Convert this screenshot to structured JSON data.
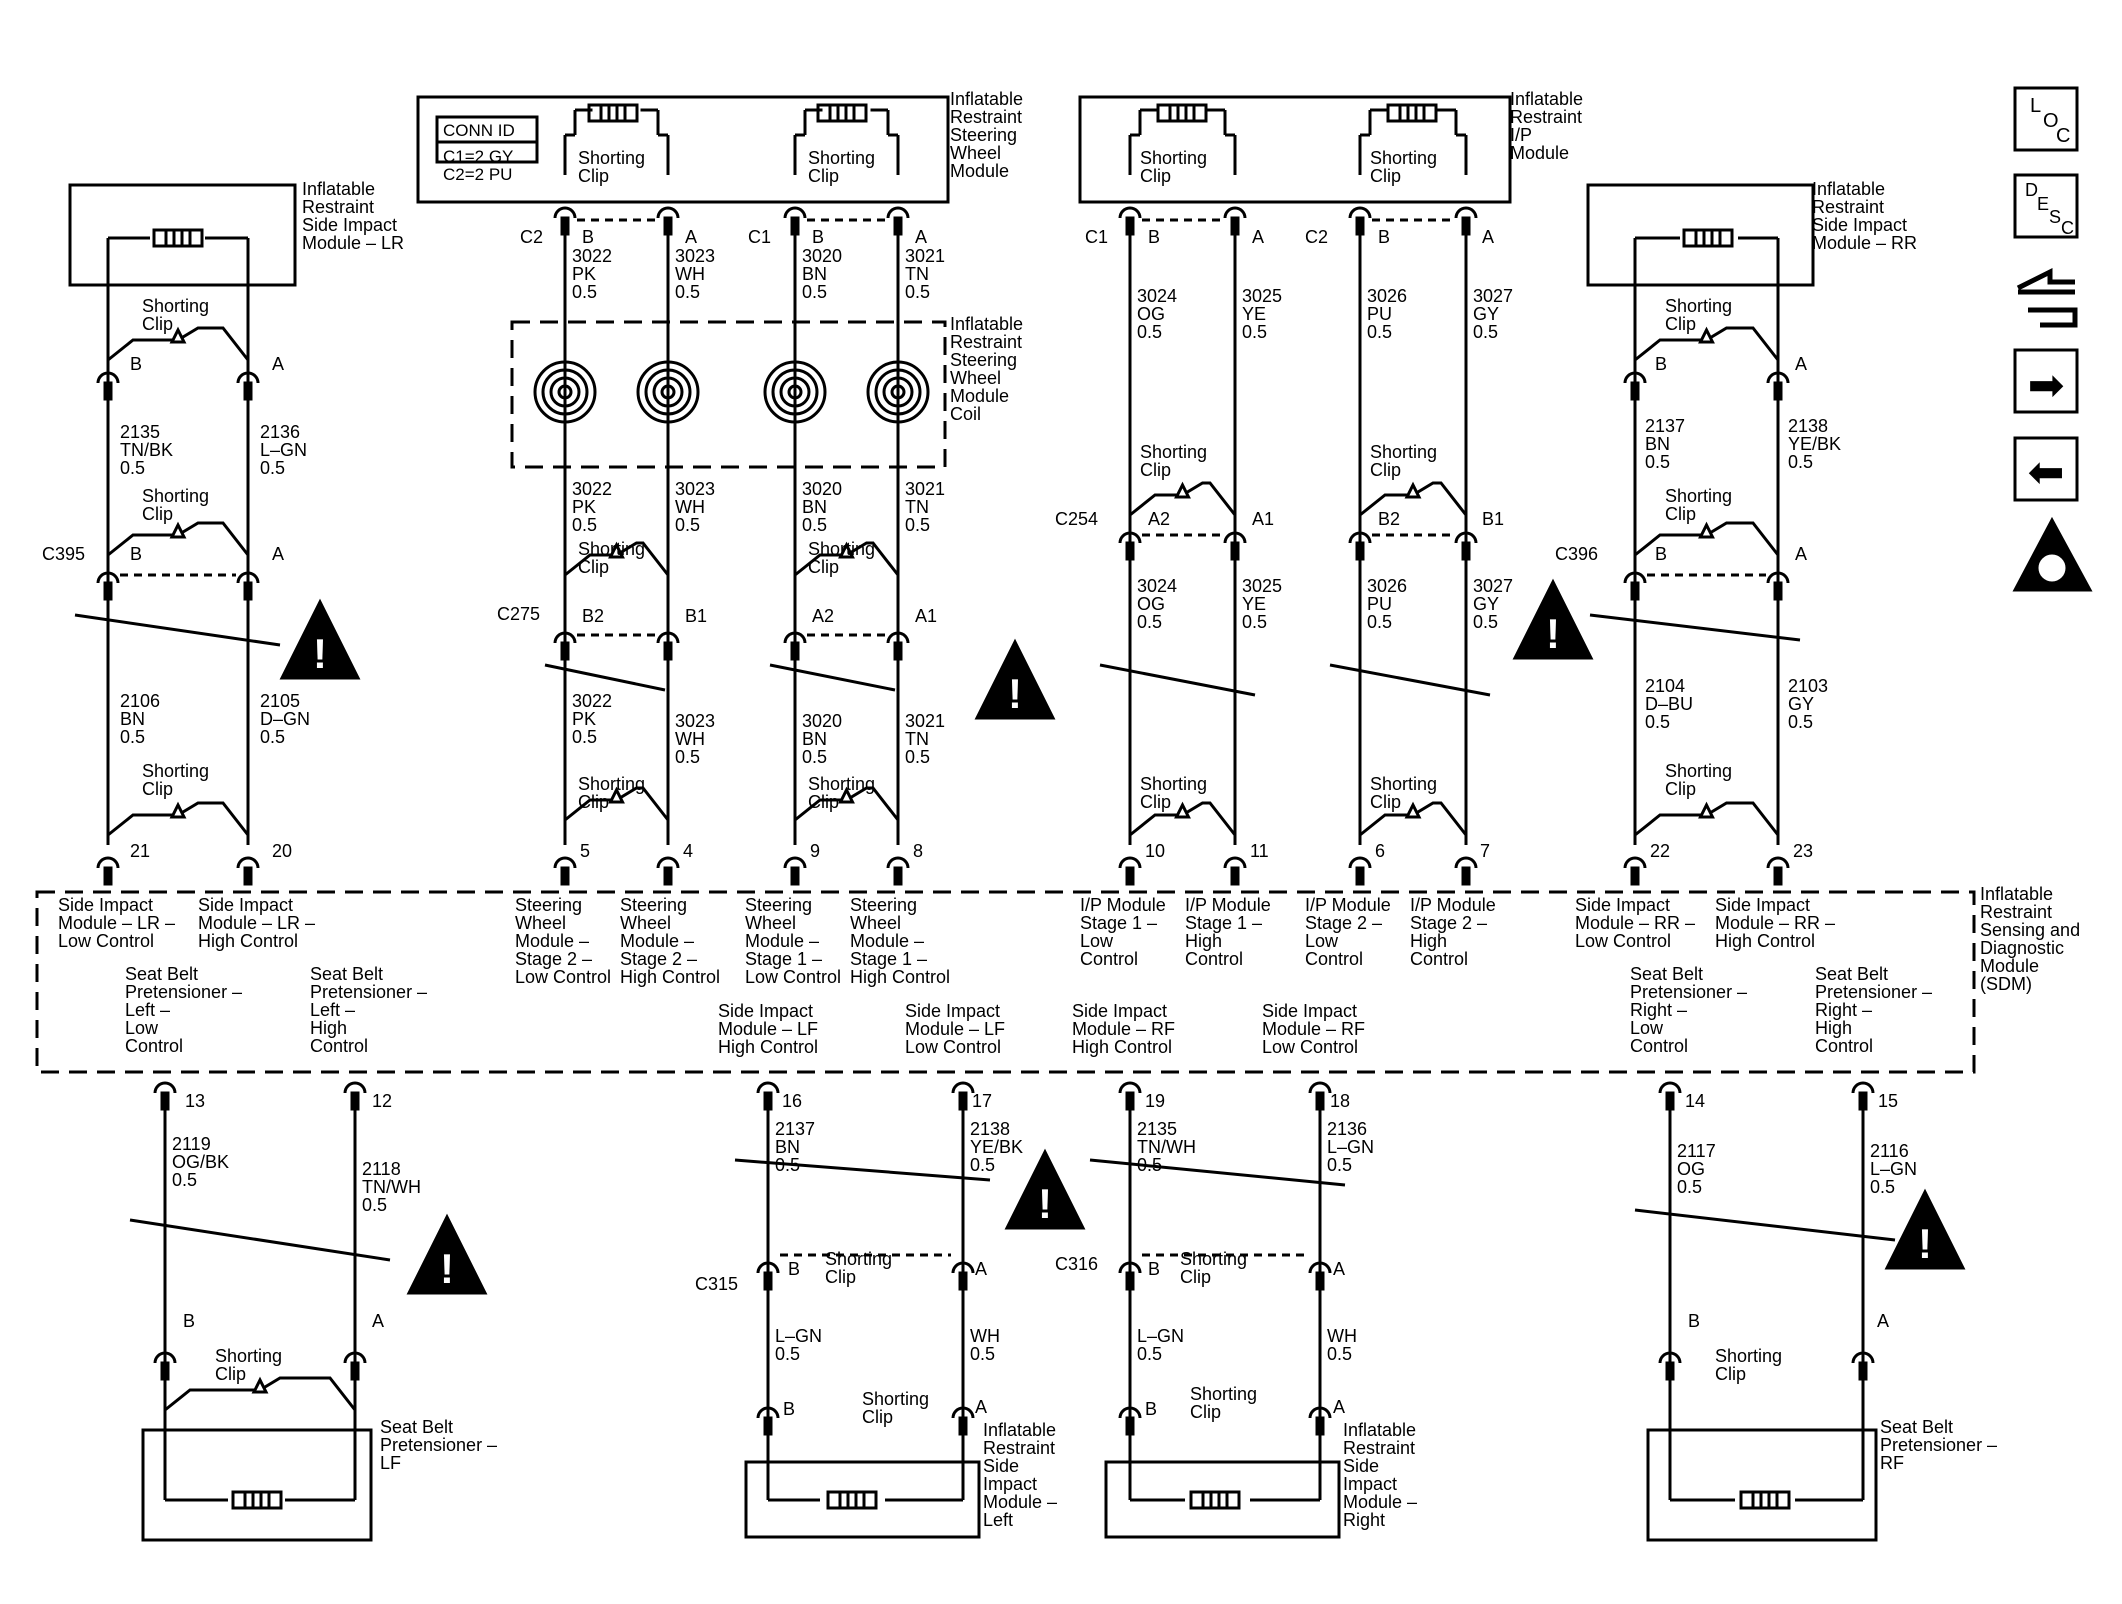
{
  "modules": {
    "lr_sim": [
      "Inflatable",
      "Restraint",
      "Side Impact",
      "Module – LR"
    ],
    "rr_sim": [
      "Inflatable",
      "Restraint",
      "Side Impact",
      "Module – RR"
    ],
    "steering_wheel_module": [
      "Inflatable",
      "Restraint",
      "Steering",
      "Wheel",
      "Module"
    ],
    "ip_module": [
      "Inflatable",
      "Restraint",
      "I/P",
      "Module"
    ],
    "coil": [
      "Inflatable",
      "Restraint",
      "Steering",
      "Wheel",
      "Module",
      "Coil"
    ],
    "sdm": [
      "Inflatable",
      "Restraint",
      "Sensing and",
      "Diagnostic",
      "Module",
      "(SDM)"
    ],
    "pretensioner_lf": [
      "Seat Belt",
      "Pretensioner –",
      "LF"
    ],
    "pretensioner_rf": [
      "Seat Belt",
      "Pretensioner –",
      "RF"
    ],
    "sim_left": [
      "Inflatable",
      "Restraint",
      "Side",
      "Impact",
      "Module –",
      "Left"
    ],
    "sim_right": [
      "Inflatable",
      "Restraint",
      "Side",
      "Impact",
      "Module –",
      "Right"
    ]
  },
  "conn_id": {
    "title": "CONN ID",
    "lines": [
      "C1=2 GY",
      "C2=2 PU"
    ]
  },
  "shorting_clip": [
    "Shorting",
    "Clip"
  ],
  "connectors": {
    "c2": "C2",
    "c1": "C1",
    "c1_ip": "C1",
    "c2_ip": "C2",
    "c395": "C395",
    "c396": "C396",
    "c275": "C275",
    "c254": "C254",
    "c315": "C315",
    "c316": "C316"
  },
  "terminals": {
    "lr_top_b": "B",
    "lr_top_a": "A",
    "lr_c395_b": "B",
    "lr_c395_a": "A",
    "sw_c2_b": "B",
    "sw_c2_a": "A",
    "sw_c1_b": "B",
    "sw_c1_a": "A",
    "ip_c1_b": "B",
    "ip_c1_a": "A",
    "ip_c2_b": "B",
    "ip_c2_a": "A",
    "rr_top_b": "B",
    "rr_top_a": "A",
    "rr_c396_b": "B",
    "rr_c396_a": "A",
    "c275_b2": "B2",
    "c275_b1": "B1",
    "c275_a2": "A2",
    "c275_a1": "A1",
    "c254_a2": "A2",
    "c254_a1": "A1",
    "c254_b2": "B2",
    "c254_b1": "B1",
    "sdm_21": "21",
    "sdm_20": "20",
    "sdm_5": "5",
    "sdm_4": "4",
    "sdm_9": "9",
    "sdm_8": "8",
    "sdm_10": "10",
    "sdm_11": "11",
    "sdm_6": "6",
    "sdm_7": "7",
    "sdm_22": "22",
    "sdm_23": "23",
    "sdm_13": "13",
    "sdm_12": "12",
    "sdm_16": "16",
    "sdm_17": "17",
    "sdm_19": "19",
    "sdm_18": "18",
    "sdm_14": "14",
    "sdm_15": "15",
    "lf_pret_b": "B",
    "lf_pret_a": "A",
    "c315_b": "B",
    "c315_a": "A",
    "siml_b": "B",
    "siml_a": "A",
    "c316_b": "B",
    "c316_a": "A",
    "simr_b": "B",
    "simr_a": "A",
    "rf_pret_b": "B",
    "rf_pret_a": "A"
  },
  "wires": {
    "w2135_lr": [
      "2135",
      "TN/BK",
      "0.5"
    ],
    "w2136_lr": [
      "2136",
      "L–GN",
      "0.5"
    ],
    "w2106": [
      "2106",
      "BN",
      "0.5"
    ],
    "w2105": [
      "2105",
      "D–GN",
      "0.5"
    ],
    "w3022a": [
      "3022",
      "PK",
      "0.5"
    ],
    "w3023a": [
      "3023",
      "WH",
      "0.5"
    ],
    "w3020a": [
      "3020",
      "BN",
      "0.5"
    ],
    "w3021a": [
      "3021",
      "TN",
      "0.5"
    ],
    "w3022b": [
      "3022",
      "PK",
      "0.5"
    ],
    "w3023b": [
      "3023",
      "WH",
      "0.5"
    ],
    "w3020b": [
      "3020",
      "BN",
      "0.5"
    ],
    "w3021b": [
      "3021",
      "TN",
      "0.5"
    ],
    "w3022c": [
      "3022",
      "PK",
      "0.5"
    ],
    "w3023c": [
      "3023",
      "WH",
      "0.5"
    ],
    "w3020c": [
      "3020",
      "BN",
      "0.5"
    ],
    "w3021c": [
      "3021",
      "TN",
      "0.5"
    ],
    "w3024a": [
      "3024",
      "OG",
      "0.5"
    ],
    "w3025a": [
      "3025",
      "YE",
      "0.5"
    ],
    "w3026a": [
      "3026",
      "PU",
      "0.5"
    ],
    "w3027a": [
      "3027",
      "GY",
      "0.5"
    ],
    "w3024b": [
      "3024",
      "OG",
      "0.5"
    ],
    "w3025b": [
      "3025",
      "YE",
      "0.5"
    ],
    "w3026b": [
      "3026",
      "PU",
      "0.5"
    ],
    "w3027b": [
      "3027",
      "GY",
      "0.5"
    ],
    "w2137_rr": [
      "2137",
      "BN",
      "0.5"
    ],
    "w2138_rr": [
      "2138",
      "YE/BK",
      "0.5"
    ],
    "w2104": [
      "2104",
      "D–BU",
      "0.5"
    ],
    "w2103": [
      "2103",
      "GY",
      "0.5"
    ],
    "w2119": [
      "2119",
      "OG/BK",
      "0.5"
    ],
    "w2118": [
      "2118",
      "TN/WH",
      "0.5"
    ],
    "w2137_lf": [
      "2137",
      "BN",
      "0.5"
    ],
    "w2138_lf": [
      "2138",
      "YE/BK",
      "0.5"
    ],
    "w2135_rf": [
      "2135",
      "TN/WH",
      "0.5"
    ],
    "w2136_rf": [
      "2136",
      "L–GN",
      "0.5"
    ],
    "w2117": [
      "2117",
      "OG",
      "0.5"
    ],
    "w2116": [
      "2116",
      "L–GN",
      "0.5"
    ],
    "w_lgn_l": [
      "L–GN",
      "0.5"
    ],
    "w_wh_l": [
      "WH",
      "0.5"
    ],
    "w_lgn_r": [
      "L–GN",
      "0.5"
    ],
    "w_wh_r": [
      "WH",
      "0.5"
    ]
  },
  "sdm_labels": {
    "l21": [
      "Side Impact",
      "Module – LR –",
      "Low Control"
    ],
    "l20": [
      "Side Impact",
      "Module – LR –",
      "High Control"
    ],
    "l5": [
      "Steering",
      "Wheel",
      "Module –",
      "Stage 2 –",
      "Low Control"
    ],
    "l4": [
      "Steering",
      "Wheel",
      "Module –",
      "Stage 2 –",
      "High Control"
    ],
    "l9": [
      "Steering",
      "Wheel",
      "Module –",
      "Stage 1 –",
      "Low Control"
    ],
    "l8": [
      "Steering",
      "Wheel",
      "Module –",
      "Stage 1 –",
      "High Control"
    ],
    "l10": [
      "I/P Module",
      "Stage 1 –",
      "Low",
      "Control"
    ],
    "l11": [
      "I/P Module",
      "Stage 1 –",
      "High",
      "Control"
    ],
    "l6": [
      "I/P Module",
      "Stage 2 –",
      "Low",
      "Control"
    ],
    "l7": [
      "I/P Module",
      "Stage 2 –",
      "High",
      "Control"
    ],
    "l22": [
      "Side Impact",
      "Module – RR –",
      "Low Control"
    ],
    "l23": [
      "Side Impact",
      "Module – RR –",
      "High Control"
    ],
    "l13": [
      "Seat Belt",
      "Pretensioner –",
      "Left –",
      "Low",
      "Control"
    ],
    "l12": [
      "Seat Belt",
      "Pretensioner –",
      "Left –",
      "High",
      "Control"
    ],
    "l16": [
      "Side Impact",
      "Module – LF",
      "High Control"
    ],
    "l17": [
      "Side Impact",
      "Module – LF",
      "Low Control"
    ],
    "l19": [
      "Side Impact",
      "Module – RF",
      "High Control"
    ],
    "l18": [
      "Side Impact",
      "Module – RF",
      "Low Control"
    ],
    "l14": [
      "Seat Belt",
      "Pretensioner –",
      "Right –",
      "Low",
      "Control"
    ],
    "l15": [
      "Seat Belt",
      "Pretensioner –",
      "Right –",
      "High",
      "Control"
    ]
  },
  "nav_icons": {
    "loc": {
      "letters": [
        "L",
        "O",
        "C"
      ],
      "icon": "location-icon"
    },
    "desc": {
      "letters": [
        "D",
        "E",
        "S",
        "C"
      ],
      "icon": "description-icon"
    },
    "schematic": {
      "icon": "connector-schematic-icon"
    },
    "next": {
      "glyph": "➡",
      "icon": "arrow-right-icon"
    },
    "prev": {
      "glyph": "⬅",
      "icon": "arrow-left-icon"
    },
    "airbag": {
      "icon": "airbag-icon"
    }
  },
  "warning_glyph": "!"
}
